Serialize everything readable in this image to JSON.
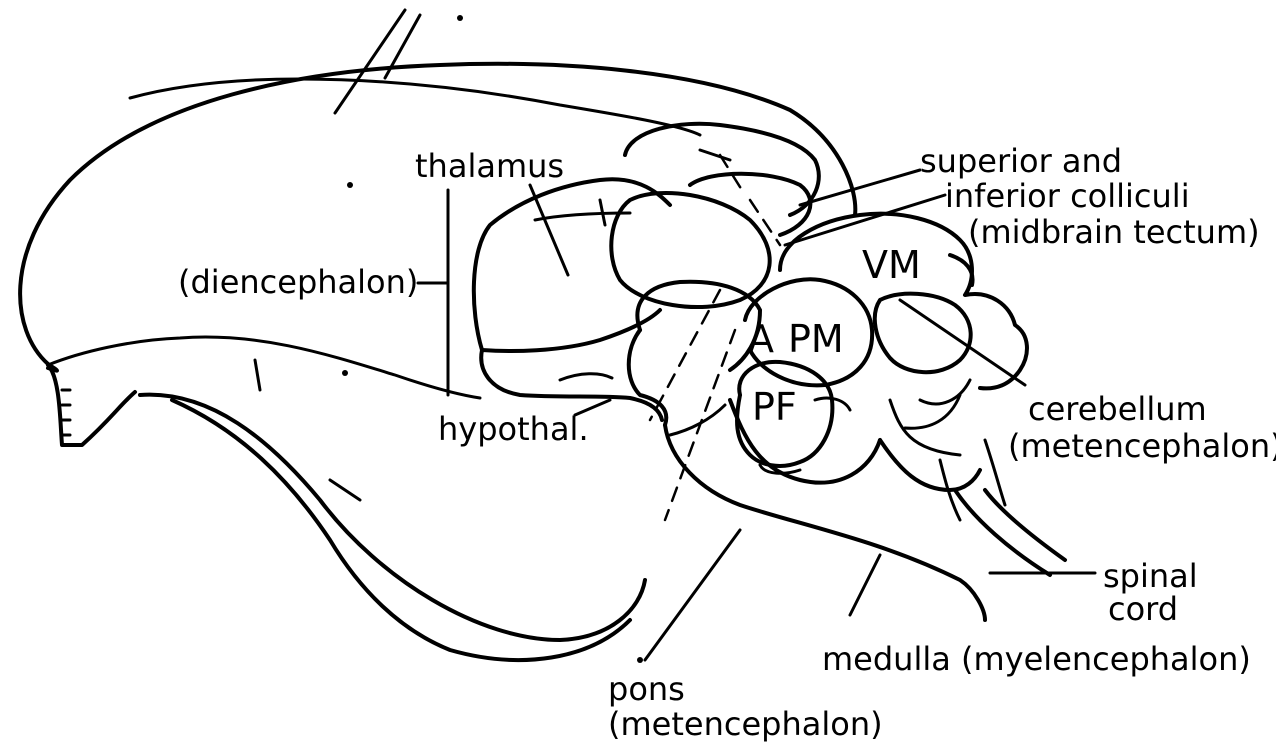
{
  "labels": {
    "thalamus": "thalamus",
    "diencephalon": "(diencephalon)",
    "hypothal": "hypothal.",
    "superior_and": "superior  and",
    "inferior_colliculi": "inferior colliculi",
    "midbrain_tectum": "(midbrain tectum)",
    "vm": "VM",
    "a": "A",
    "pm": "PM",
    "pf": "PF",
    "cerebellum": "cerebellum",
    "metencephalon_cb": "(metencephalon)",
    "spinal": "spinal",
    "cord": "cord",
    "medulla": "medulla (myelencephalon)",
    "pons": "pons",
    "metencephalon_pons": "(metencephalon)"
  }
}
